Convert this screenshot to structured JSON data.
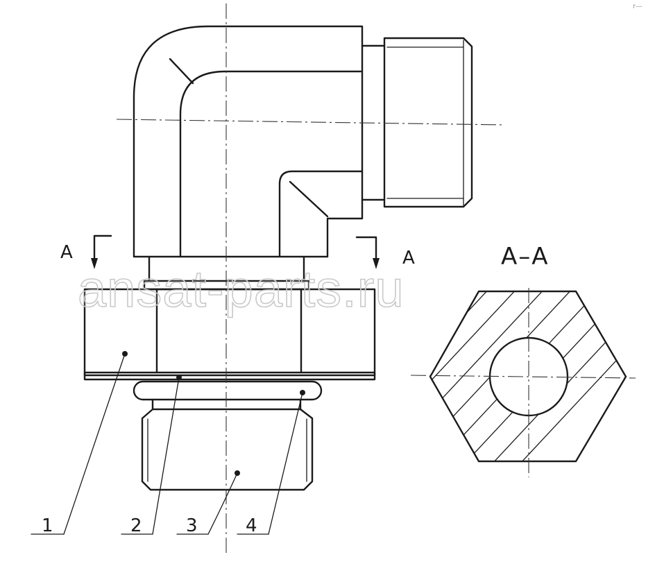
{
  "section_marks": {
    "left": "A",
    "right": "A",
    "title": "A–A"
  },
  "callouts": [
    {
      "id": "1",
      "label": "1"
    },
    {
      "id": "2",
      "label": "2"
    },
    {
      "id": "3",
      "label": "3"
    },
    {
      "id": "4",
      "label": "4"
    }
  ],
  "watermark": "ansat-parts.ru",
  "corner_mark": "r—"
}
